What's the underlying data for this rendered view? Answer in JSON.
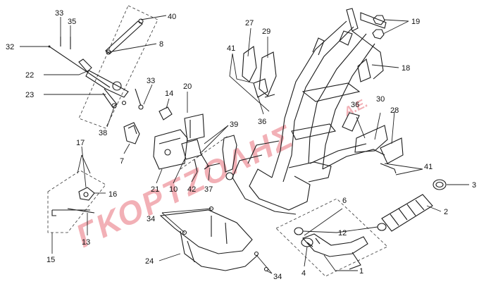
{
  "watermark": {
    "text": "ΓΚΟΡΤΖΟΛΗΣ",
    "suffix": "Α.Ε."
  },
  "colors": {
    "watermark": "#e8707a",
    "ink": "#1a1a1a"
  },
  "callouts": [
    "1",
    "2",
    "3",
    "4",
    "6",
    "7",
    "8",
    "10",
    "12",
    "13",
    "14",
    "15",
    "16",
    "17",
    "18",
    "19",
    "20",
    "21",
    "22",
    "23",
    "24",
    "27",
    "28",
    "29",
    "30",
    "32",
    "33",
    "35",
    "36",
    "37",
    "38",
    "39",
    "40",
    "41",
    "42"
  ],
  "labels": {
    "n33a": "33",
    "n35": "35",
    "n32": "32",
    "n22": "22",
    "n23": "23",
    "n38": "38",
    "n40": "40",
    "n8": "8",
    "n33b": "33",
    "n14": "14",
    "n20": "20",
    "n7": "7",
    "n17": "17",
    "n16": "16",
    "n15": "15",
    "n13": "13",
    "n21": "21",
    "n10": "10",
    "n42": "42",
    "n37": "37",
    "n39": "39",
    "n41a": "41",
    "n27": "27",
    "n29": "29",
    "n36a": "36",
    "n19": "19",
    "n18": "18",
    "n36b": "36",
    "n30": "30",
    "n28": "28",
    "n41b": "41",
    "n3": "3",
    "n2": "2",
    "n6": "6",
    "n12": "12",
    "n4": "4",
    "n1": "1",
    "n34a": "34",
    "n24": "24",
    "n34b": "34"
  }
}
